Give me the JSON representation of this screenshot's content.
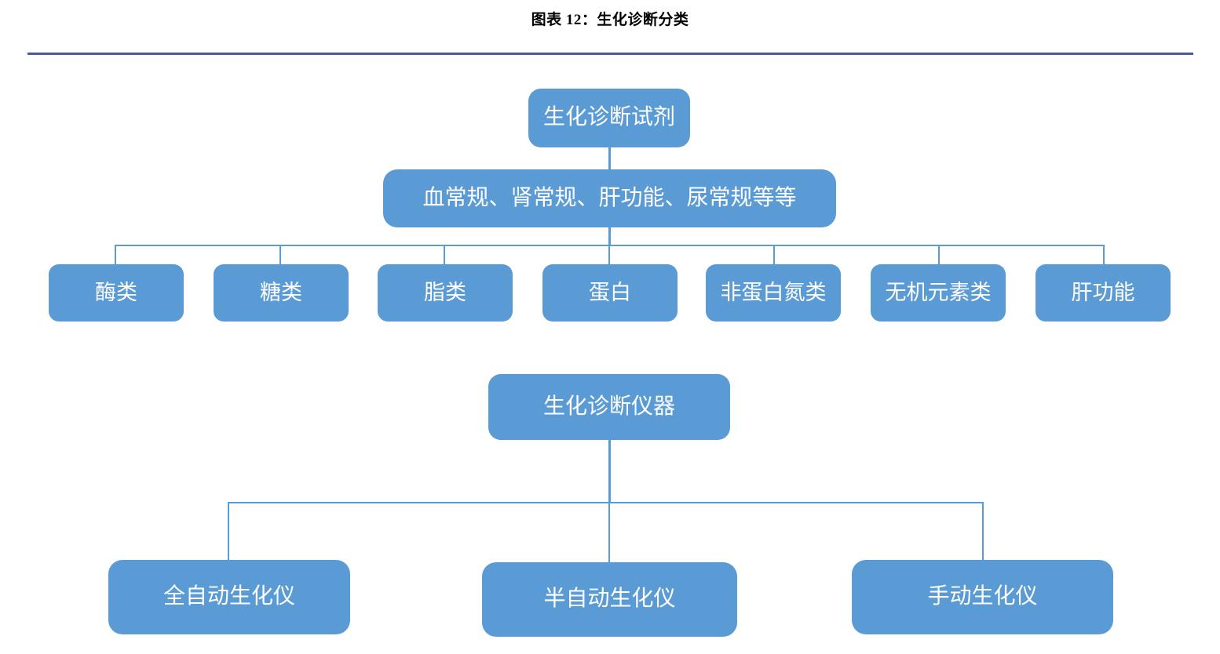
{
  "title": "图表 12：生化诊断分类",
  "accent_rule_color": "#4a5a9e",
  "node_fill_color": "#5b9bd5",
  "node_text_color": "#ffffff",
  "connector_color": "#5b9bd5",
  "diagram": {
    "reagent_branch": {
      "root": "生化诊断试剂",
      "subtitle": "血常规、肾常规、肝功能、尿常规等等",
      "categories": [
        "酶类",
        "糖类",
        "脂类",
        "蛋白",
        "非蛋白氮类",
        "无机元素类",
        "肝功能"
      ]
    },
    "instrument_branch": {
      "root": "生化诊断仪器",
      "children": [
        "全自动生化仪",
        "半自动生化仪",
        "手动生化仪"
      ]
    }
  }
}
